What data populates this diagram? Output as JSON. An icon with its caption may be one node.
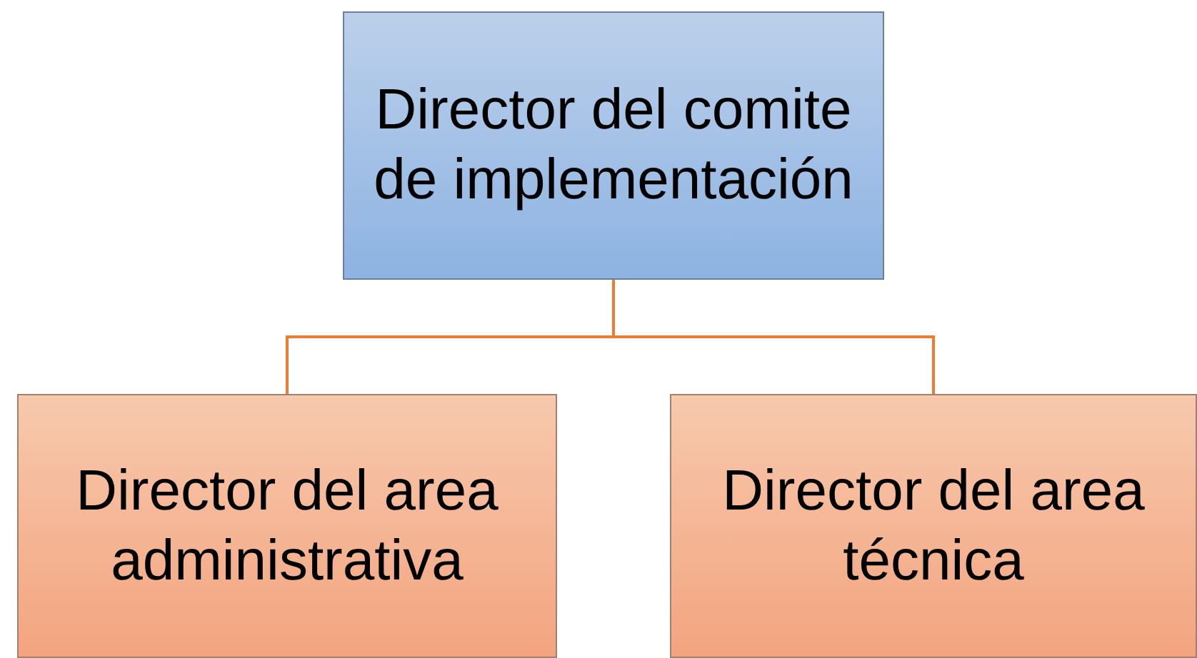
{
  "diagram": {
    "nodes": [
      {
        "text": [
          "Director del comite de implementación"
        ]
      },
      {
        "text": [
          "Director del area administrativa"
        ]
      },
      {
        "text": [
          "Director del area técnica"
        ]
      }
    ],
    "edges": [
      {
        "from": 0,
        "to": 1,
        "arrow": "none"
      },
      {
        "from": 0,
        "to": 2,
        "arrow": "none"
      }
    ]
  }
}
